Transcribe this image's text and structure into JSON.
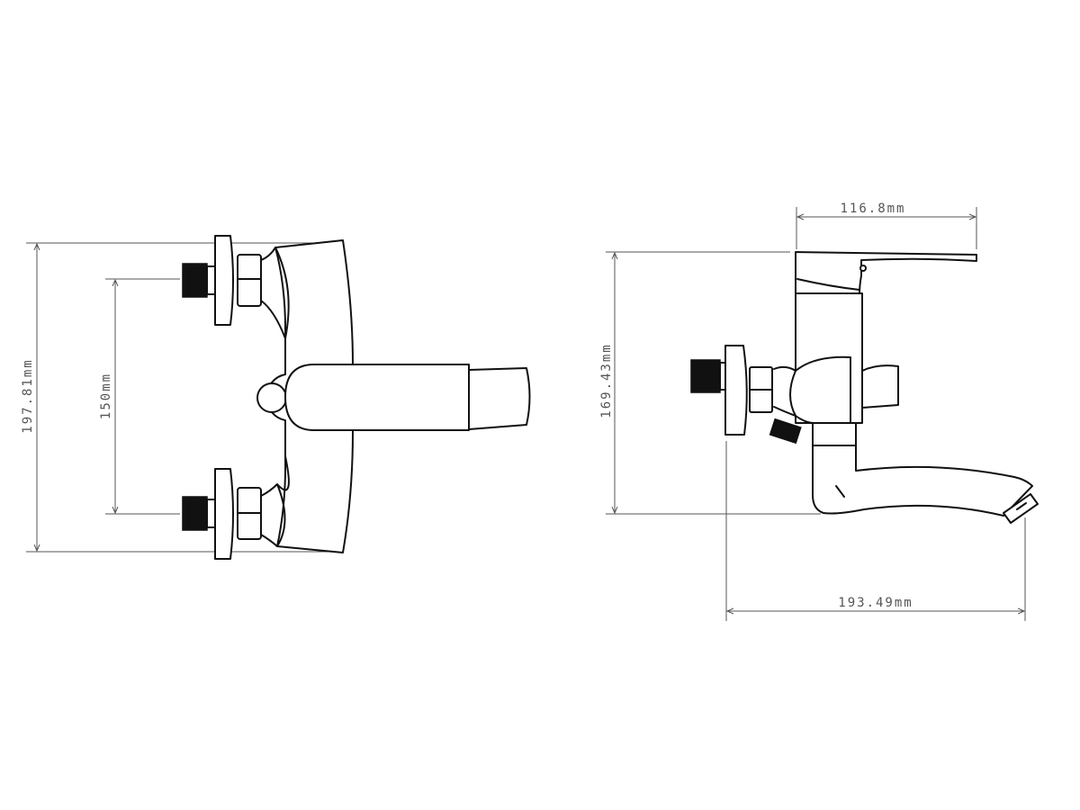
{
  "drawing": {
    "front_view": {
      "overall_height_label": "197.81mm",
      "inlet_spacing_label": "150mm"
    },
    "side_view": {
      "lever_length_label": "116.8mm",
      "height_label": "169.43mm",
      "projection_label": "193.49mm"
    },
    "line_color": "#111111",
    "dimension_color": "#555555"
  }
}
